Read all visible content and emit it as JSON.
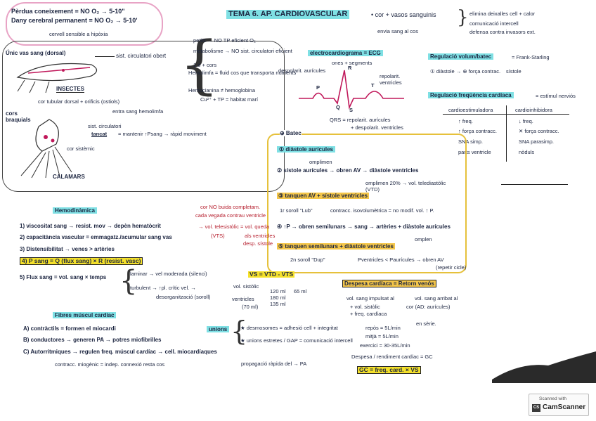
{
  "header": {
    "title": "TEMA 6. AP. CARDIOVASCULAR",
    "cor_line": "• cor + vasos sanguinis",
    "envia": "envia sang al cos",
    "func1": "elimina deixalles cell + calor",
    "func2": "comunicació intercell",
    "func3": "defensa contra invasors ext."
  },
  "pink": {
    "l1": "Pèrdua coneixement = NO O₂ → 5-10\"",
    "l2": "Dany cerebral permanent = NO O₂ → 5-10'",
    "l3": "cervell sensible a hipòxia"
  },
  "insectes": {
    "vas": "Únic vas sang (dorsal)",
    "sist": "sist. circulatori obert",
    "label": "INSECTES",
    "cor_tubular": "cor tubular dorsal + orificis (ostiols)",
    "entra": "entra sang hemolimfa",
    "petits": "petits → NO TP eficient O₂",
    "metab": "metabolisme → NO sist. circulatori eficient",
    "cors": "1 ó + cors",
    "hemolimfa": "Hemolimfa = fluid cos que transporta nutrients",
    "hemocian": "Hemocianina ≠ hemoglobina",
    "cu": "Cu²⁺ + TP = habitat marí"
  },
  "calamars": {
    "cors": "cors braquials",
    "tancat1": "sist. circulatori",
    "tancat2": "tancat",
    "manten": "= mantenir ↑Psang → ràpid moviment",
    "sistemic": "cor sistèmic",
    "label": "CALAMARS"
  },
  "ecg": {
    "title": "electrocardiograma = ECG",
    "ones": "ones + segments",
    "desp": "despolarit. aurícules",
    "repol": "repolarit. ventricles",
    "p": "P",
    "q": "Q",
    "r": "R",
    "s": "S",
    "tw": "T",
    "qrs": "QRS = repolarit. aurícules",
    "qrs2": "+ despolarit. ventricles"
  },
  "reg": {
    "title": "Regulació volum/batec",
    "eq": "= Frank-Starling",
    "d1": "① diàstole → ⊕ força contrac.",
    "sistole": "sístole",
    "title2": "Regulació freqüència cardíaca",
    "eq2": "= estímul nerviós",
    "col1": "cardioestimuladora",
    "col2": "cardioinhibidora",
    "rows": [
      [
        "↑ freq.",
        "↓ freq."
      ],
      [
        "↑ força contracc.",
        "✕ força contracc."
      ],
      [
        "SNA simp.",
        "SNA parasimp."
      ],
      [
        "parts ventricle",
        "nòduls"
      ]
    ]
  },
  "batec": {
    "title": "⊕ Batec",
    "s1": "① diàstole aurícules",
    "s1b": "omplimen",
    "s2": "② sístole aurícules → obren AV → diàstole ventricles",
    "s2b": "omplimen 20% → vol. telediastòlic (VTD)",
    "s3": "③ tanquen AV + sístole ventricles",
    "s3b": "1r soroll \"Lub\"",
    "s3c": "contracc. isovolumètrica = no modif. vol. ↑ P.",
    "s4": "④ ↑P → obren semilunars → sang → artèries + diàstole aurícules",
    "s4b": "omplen",
    "s5": "⑤ tanquen semilunars + diàstole ventricles",
    "s5b": "2n soroll \"Dup\"",
    "s5c": "Pventricles < Paurícules → obren AV",
    "s5d": "(repetir cicle)",
    "vs": "VS = VTD - VTS",
    "vol1": "vol. sistòlic",
    "vol2": "ventricles",
    "vol3": "(70 ml)",
    "ml1": "120 ml",
    "ml2": "180 ml",
    "ml3": "135 ml",
    "ml4": "65 ml"
  },
  "red": {
    "l1": "cor NO buida completam.",
    "l2": "cada vegada contrau ventricle",
    "l3": "→ vol. telesistòlic = vol. queda",
    "l4": "(VTS)",
    "l5": "als ventricles",
    "l6": "desp. sístole"
  },
  "hemo": {
    "title": "Hemodinàmica",
    "l1": "1) viscositat sang → resist. mov → depèn hematòcrit",
    "l2": "2) capacitància vascular = emmagatz./acumular sang vas",
    "l3": "3) Distensibilitat → venes > artèries",
    "l4": "4) P sang = Q (flux sang) × R (resist. vasc)",
    "l5": "5) Flux sang = vol. sang × temps",
    "lam": "laminar → vel moderada (silenci)",
    "turb": "turbulent → ↑pl. crític vel. →",
    "desorg": "desorganització (soroll)"
  },
  "fibres": {
    "title": "Fibres múscul cardíac",
    "a": "A) contràctils = formen el miocardi",
    "b": "B) conductores → generen PA → potres miofibrilles",
    "c": "C) Autorrítmiques → regulen freq. múscul cardíac → cell. miocardíaques",
    "c2": "contracc. miogènic = indep. connexió resta cos"
  },
  "unions": {
    "label": "unions",
    "d": "★ desmosomes = adhesió cell + integritat",
    "g": "★ unions estretes / GAP = comunicació intercell",
    "prop": "propagació ràpida del → PA"
  },
  "despesa": {
    "title": "Despesa cardíaca = Retorn venós",
    "l1": "vol. sang impulsat al",
    "l2": "+ vol. sistòlic",
    "l3": "+ freq. cardíaca",
    "r1": "vol. sang arribat al",
    "r2": "cor (AD: aurícules)",
    "r3": "en sèrie.",
    "rep": "repòs = 5L/min",
    "mitja": "mitjà = 5L/min",
    "exercici": "exercici = 30-35L/min",
    "rend": "Despesa / rendiment cardíac = GC",
    "gc": "GC = freq. card. × VS"
  },
  "footer": {
    "scanned": "Scanned with",
    "brand": "CamScanner",
    "logo": "CS"
  }
}
